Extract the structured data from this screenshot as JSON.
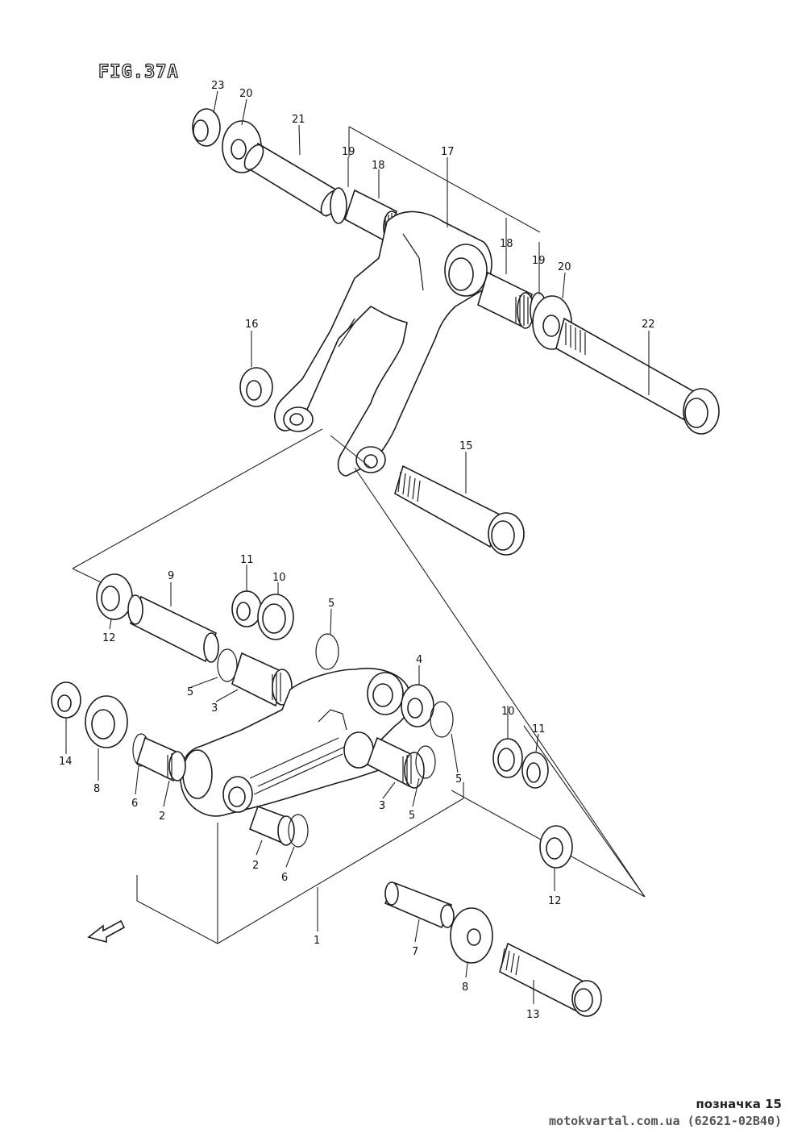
{
  "figure": {
    "title": "FIG.37A"
  },
  "callouts": [
    {
      "id": "c23",
      "text": "23"
    },
    {
      "id": "c20a",
      "text": "20"
    },
    {
      "id": "c21",
      "text": "21"
    },
    {
      "id": "c19a",
      "text": "19"
    },
    {
      "id": "c18a",
      "text": "18"
    },
    {
      "id": "c17",
      "text": "17"
    },
    {
      "id": "c18b",
      "text": "18"
    },
    {
      "id": "c19b",
      "text": "19"
    },
    {
      "id": "c20b",
      "text": "20"
    },
    {
      "id": "c22",
      "text": "22"
    },
    {
      "id": "c16",
      "text": "16"
    },
    {
      "id": "c15",
      "text": "15"
    },
    {
      "id": "c9",
      "text": "9"
    },
    {
      "id": "c11a",
      "text": "11"
    },
    {
      "id": "c10a",
      "text": "10"
    },
    {
      "id": "c5a",
      "text": "5"
    },
    {
      "id": "c12a",
      "text": "12"
    },
    {
      "id": "c4",
      "text": "4"
    },
    {
      "id": "c5b",
      "text": "5"
    },
    {
      "id": "c3a",
      "text": "3"
    },
    {
      "id": "c14",
      "text": "14"
    },
    {
      "id": "c8a",
      "text": "8"
    },
    {
      "id": "c6a",
      "text": "6"
    },
    {
      "id": "c2a",
      "text": "2"
    },
    {
      "id": "c10b",
      "text": "10"
    },
    {
      "id": "c11b",
      "text": "11"
    },
    {
      "id": "c5c",
      "text": "5"
    },
    {
      "id": "c3b",
      "text": "3"
    },
    {
      "id": "c5d",
      "text": "5"
    },
    {
      "id": "c2b",
      "text": "2"
    },
    {
      "id": "c6b",
      "text": "6"
    },
    {
      "id": "c12b",
      "text": "12"
    },
    {
      "id": "c1",
      "text": "1"
    },
    {
      "id": "c7",
      "text": "7"
    },
    {
      "id": "c8b",
      "text": "8"
    },
    {
      "id": "c13",
      "text": "13"
    }
  ],
  "footer": {
    "label": "позначка 15",
    "source": "motokvartal.com.ua (62621-02B40)"
  }
}
